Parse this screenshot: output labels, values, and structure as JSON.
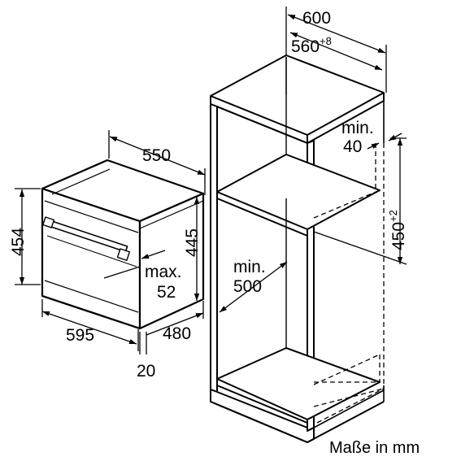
{
  "oven": {
    "depth": "550",
    "height": "454",
    "inner_height": "445",
    "width": "595",
    "body_depth": "480",
    "front_thickness": "20",
    "gap_top": "max.",
    "gap_value": "52"
  },
  "cabinet": {
    "width": "600",
    "inner_width": "560",
    "inner_width_tolerance": "+8",
    "rear_gap_label": "min.",
    "rear_gap_value": "40",
    "niche_height": "450",
    "niche_height_tolerance": "+2",
    "depth_label": "min.",
    "depth_value": "500"
  },
  "units_note": "Maße in mm",
  "colors": {
    "line": "#000000",
    "background": "#ffffff"
  }
}
